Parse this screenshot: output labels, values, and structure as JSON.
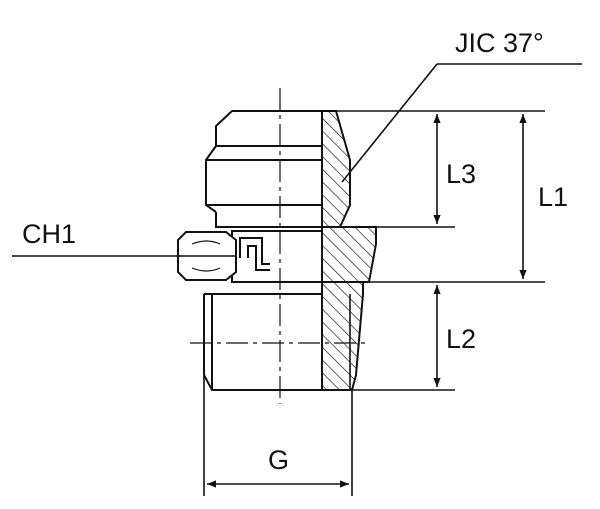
{
  "labels": {
    "thread_type": "JIC 37°",
    "hex": "CH1",
    "l3": "L3",
    "l1": "L1",
    "l2": "L2",
    "g": "G"
  }
}
